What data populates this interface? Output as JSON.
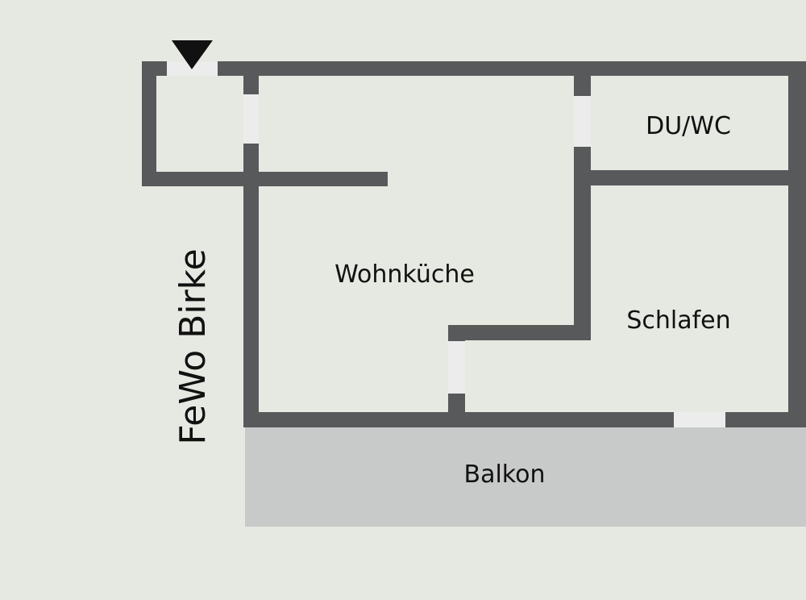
{
  "plan": {
    "title": "FeWo Birke",
    "rooms": {
      "bath": "DU/WC",
      "kitchen": "Wohnküche",
      "bedroom": "Schlafen",
      "balcony": "Balkon"
    },
    "entrance_icon": "entrance-arrow-icon"
  },
  "colors": {
    "background": "#e6e9e2",
    "wall": "#58595b",
    "door": "#ececec",
    "balcony": "#c8c9c9",
    "text": "#111111"
  }
}
